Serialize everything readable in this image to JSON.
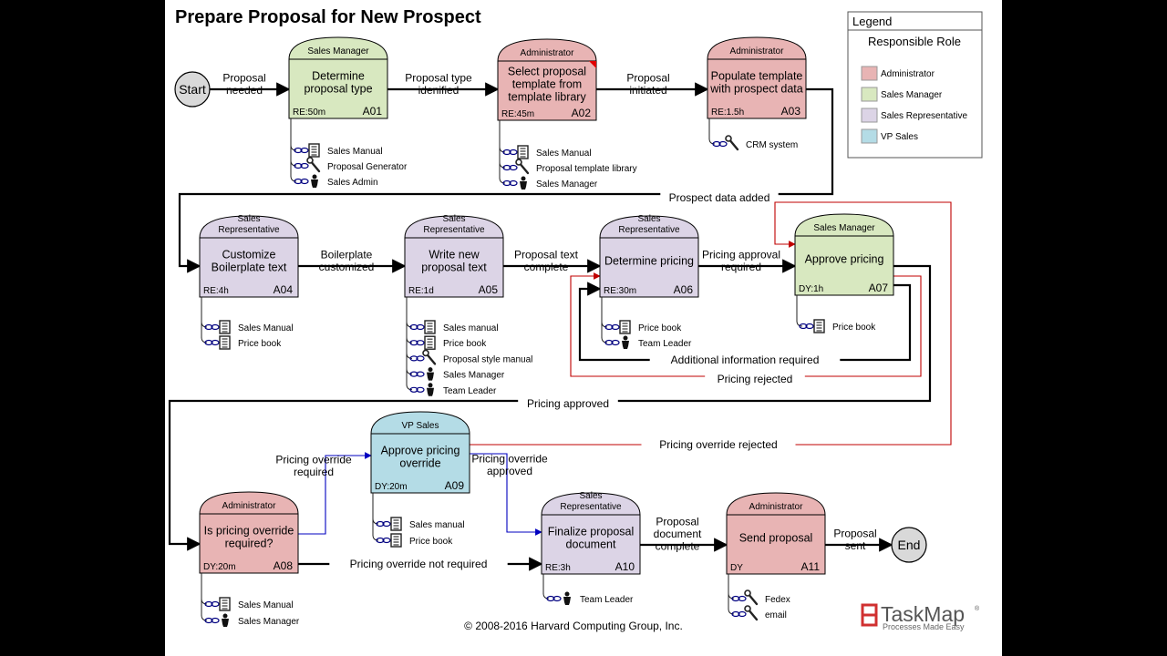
{
  "title": "Prepare Proposal for New Prospect",
  "copyright": "© 2008-2016 Harvard Computing Group, Inc.",
  "logo": {
    "name": "TaskMap",
    "tagline": "Processes Made Easy",
    "mark": "®"
  },
  "legend": {
    "title": "Legend",
    "subtitle": "Responsible Role",
    "roles": [
      {
        "label": "Administrator",
        "color": "#e8b4b4"
      },
      {
        "label": "Sales Manager",
        "color": "#d8e8c0"
      },
      {
        "label": "Sales Representative",
        "color": "#dcd4e6"
      },
      {
        "label": "VP Sales",
        "color": "#b4dce6"
      }
    ]
  },
  "terminals": {
    "start": "Start",
    "end": "End"
  },
  "activities": [
    {
      "id": "A01",
      "role": [
        "Sales Manager"
      ],
      "text": [
        "Determine",
        "proposal type"
      ],
      "metric": "RE:50m",
      "color": "#d8e8c0"
    },
    {
      "id": "A02",
      "role": [
        "Administrator"
      ],
      "text": [
        "Select proposal",
        "template from",
        "template library"
      ],
      "metric": "RE:45m",
      "color": "#e8b4b4"
    },
    {
      "id": "A03",
      "role": [
        "Administrator"
      ],
      "text": [
        "Populate template",
        "with prospect data"
      ],
      "metric": "RE:1.5h",
      "color": "#e8b4b4"
    },
    {
      "id": "A04",
      "role": [
        "Sales",
        "Representative"
      ],
      "text": [
        "Customize",
        "Boilerplate text"
      ],
      "metric": "RE:4h",
      "color": "#dcd4e6"
    },
    {
      "id": "A05",
      "role": [
        "Sales",
        "Representative"
      ],
      "text": [
        "Write new",
        "proposal text"
      ],
      "metric": "RE:1d",
      "color": "#dcd4e6"
    },
    {
      "id": "A06",
      "role": [
        "Sales",
        "Representative"
      ],
      "text": [
        "Determine pricing"
      ],
      "metric": "RE:30m",
      "color": "#dcd4e6"
    },
    {
      "id": "A07",
      "role": [
        "Sales Manager"
      ],
      "text": [
        "Approve pricing"
      ],
      "metric": "DY:1h",
      "color": "#d8e8c0"
    },
    {
      "id": "A08",
      "role": [
        "Administrator"
      ],
      "text": [
        "Is pricing override",
        "required?"
      ],
      "metric": "DY:20m",
      "color": "#e8b4b4"
    },
    {
      "id": "A09",
      "role": [
        "VP Sales"
      ],
      "text": [
        "Approve pricing",
        "override"
      ],
      "metric": "DY:20m",
      "color": "#b4dce6"
    },
    {
      "id": "A10",
      "role": [
        "Sales",
        "Representative"
      ],
      "text": [
        "Finalize proposal",
        "document"
      ],
      "metric": "RE:3h",
      "color": "#dcd4e6"
    },
    {
      "id": "A11",
      "role": [
        "Administrator"
      ],
      "text": [
        "Send proposal"
      ],
      "metric": "DY",
      "color": "#e8b4b4"
    }
  ],
  "resources": {
    "A01": [
      {
        "type": "document",
        "label": "Sales Manual"
      },
      {
        "type": "tool",
        "label": "Proposal Generator"
      },
      {
        "type": "person",
        "label": "Sales Admin"
      }
    ],
    "A02": [
      {
        "type": "document",
        "label": "Sales Manual"
      },
      {
        "type": "tool",
        "label": "Proposal template library"
      },
      {
        "type": "person",
        "label": "Sales Manager"
      }
    ],
    "A03": [
      {
        "type": "tool",
        "label": "CRM system"
      }
    ],
    "A04": [
      {
        "type": "document",
        "label": "Sales Manual"
      },
      {
        "type": "document",
        "label": "Price book"
      }
    ],
    "A05": [
      {
        "type": "document",
        "label": "Sales manual"
      },
      {
        "type": "document",
        "label": "Price book"
      },
      {
        "type": "tool",
        "label": "Proposal style manual"
      },
      {
        "type": "person",
        "label": "Sales Manager"
      },
      {
        "type": "person",
        "label": "Team Leader"
      }
    ],
    "A06": [
      {
        "type": "document",
        "label": "Price book"
      },
      {
        "type": "person",
        "label": "Team Leader"
      }
    ],
    "A07": [
      {
        "type": "document",
        "label": "Price book"
      }
    ],
    "A08": [
      {
        "type": "document",
        "label": "Sales Manual"
      },
      {
        "type": "person",
        "label": "Sales Manager"
      }
    ],
    "A09": [
      {
        "type": "document",
        "label": "Sales manual"
      },
      {
        "type": "document",
        "label": "Price book"
      }
    ],
    "A10": [
      {
        "type": "person",
        "label": "Team Leader"
      }
    ],
    "A11": [
      {
        "type": "tool",
        "label": "Fedex"
      },
      {
        "type": "tool",
        "label": "email"
      }
    ]
  },
  "flows": [
    {
      "id": "start-a01",
      "label": [
        "Proposal",
        "needed"
      ]
    },
    {
      "id": "a01-a02",
      "label": [
        "Proposal type",
        "idenified"
      ]
    },
    {
      "id": "a02-a03",
      "label": [
        "Proposal",
        "initiated"
      ]
    },
    {
      "id": "a03-a04",
      "label": [
        "Prospect data added"
      ]
    },
    {
      "id": "a04-a05",
      "label": [
        "Boilerplate",
        "customized"
      ]
    },
    {
      "id": "a05-a06",
      "label": [
        "Proposal text",
        "complete"
      ]
    },
    {
      "id": "a06-a07",
      "label": [
        "Pricing approval",
        "required"
      ]
    },
    {
      "id": "a07-a06-info",
      "label": [
        "Additional information required"
      ]
    },
    {
      "id": "a07-a06-rejected",
      "label": [
        "Pricing rejected"
      ],
      "color": "#c00000"
    },
    {
      "id": "a07-a08",
      "label": [
        "Pricing approved"
      ]
    },
    {
      "id": "a08-a09",
      "label": [
        "Pricing override",
        "required"
      ],
      "color": "#0000c0"
    },
    {
      "id": "a09-a10",
      "label": [
        "Pricing override",
        "approved"
      ],
      "color": "#0000c0"
    },
    {
      "id": "a09-a07",
      "label": [
        "Pricing override rejected"
      ],
      "color": "#c00000"
    },
    {
      "id": "a08-a10",
      "label": [
        "Pricing override not required"
      ]
    },
    {
      "id": "a10-a11",
      "label": [
        "Proposal",
        "document",
        "complete"
      ]
    },
    {
      "id": "a11-end",
      "label": [
        "Proposal",
        "sent"
      ]
    }
  ]
}
